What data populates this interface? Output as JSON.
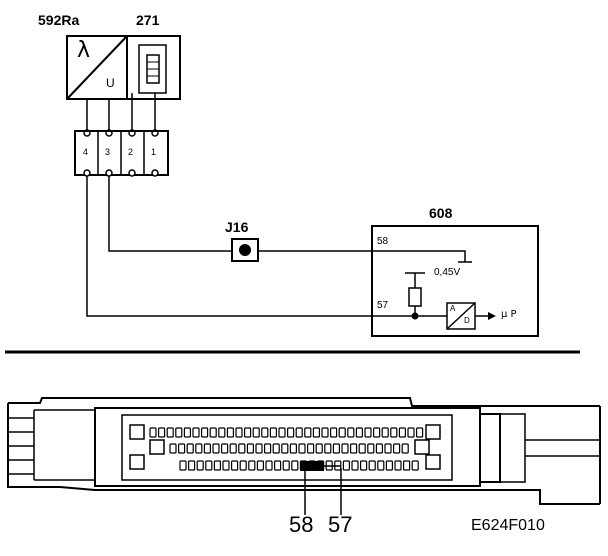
{
  "components": {
    "sensor_label": "592Ra",
    "heater_label": "271",
    "sensor_symbol": "λ",
    "sensor_output": "U",
    "ecu_label": "608",
    "junction_label": "J16"
  },
  "connector": {
    "pins": [
      "4",
      "3",
      "2",
      "1"
    ]
  },
  "ecu": {
    "pin_top": "58",
    "pin_bottom": "57",
    "voltage": "0,45V",
    "converter_in": "A",
    "converter_out": "D",
    "output_label": "μ P"
  },
  "harness": {
    "callout_left": "58",
    "callout_right": "57"
  },
  "figure_id": "E624F010"
}
